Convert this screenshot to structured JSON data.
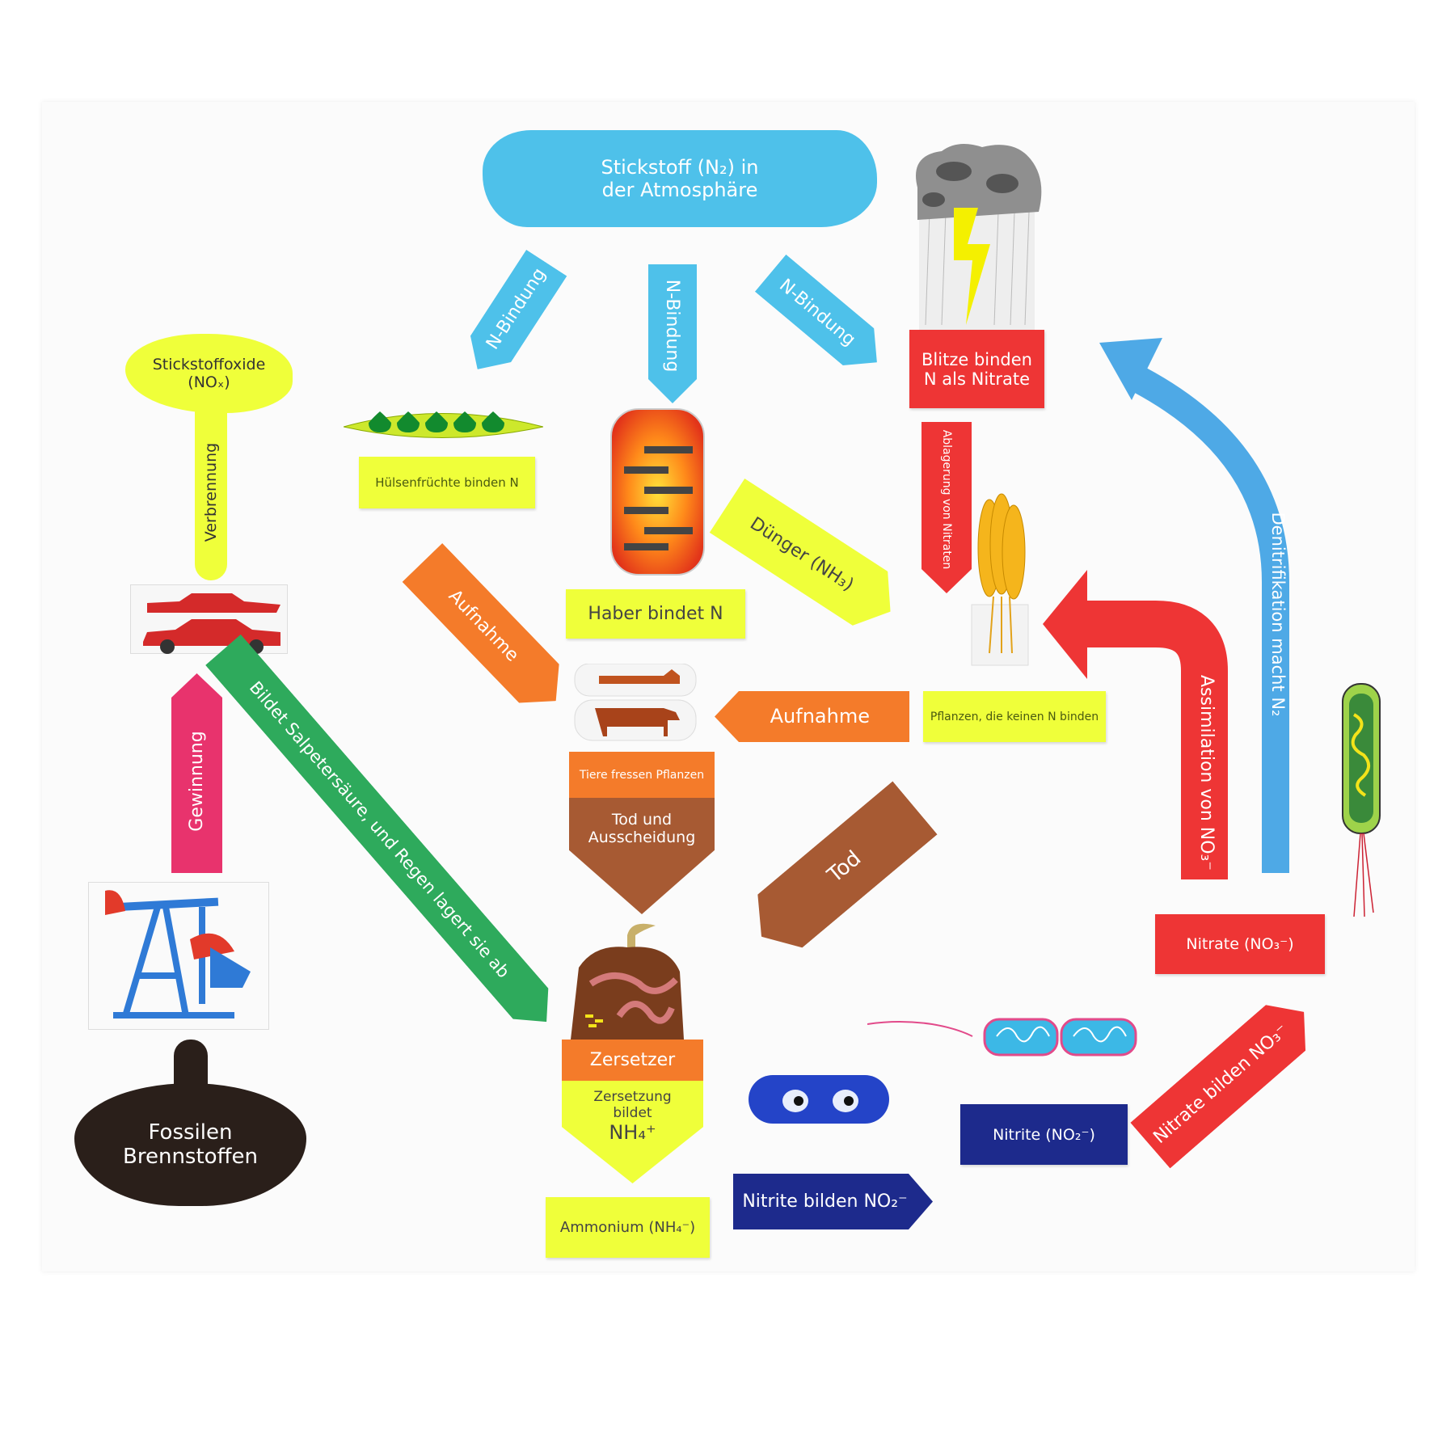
{
  "atmosphere": {
    "line1": "Stickstoff (N₂) in",
    "line2": "der Atmosphäre"
  },
  "lightning": {
    "line1": "Blitze binden",
    "line2": "N als Nitrate"
  },
  "fixation_arrows": [
    "N-Bindung",
    "N-Bindung",
    "N-Bindung"
  ],
  "nox": {
    "line1": "Stickstoffoxide",
    "line2": "(NOₓ)"
  },
  "combustion": "Verbrennung",
  "legumes": "Hülsenfrüchte binden N",
  "haber": "Haber bindet N",
  "fertilizer": "Dünger (NH₃)",
  "nitrate_deposit": "Ablagerung von Nitraten",
  "assimilation": "Assimilation von NO₃⁻",
  "denitrification": "Denitrifikation macht N₂",
  "extraction": "Gewinnung",
  "fossil": {
    "line1": "Fossilen",
    "line2": "Brennstoffen"
  },
  "acid_rain": "Bildet Salpetersäure, und Regen lagert sie ab",
  "uptake_left": "Aufnahme",
  "uptake_right": "Aufnahme",
  "plants_label": "Pflanzen, die keinen N binden",
  "animals_label": "Tiere fressen Pflanzen",
  "death_excretion": {
    "line1": "Tod und",
    "line2": "Ausscheidung"
  },
  "death": "Tod",
  "decomposer": "Zersetzer",
  "decomposition": {
    "line1": "Zersetzung",
    "line2": "bildet",
    "line3": "NH₄⁺"
  },
  "ammonium": "Ammonium (NH₄⁻)",
  "nitrite_forming": "Nitrite bilden NO₂⁻",
  "nitrite": "Nitrite (NO₂⁻)",
  "nitrate_forming": "Nitrate bilden NO₃⁻",
  "nitrate": "Nitrate (NO₃⁻)",
  "colors": {
    "sky": "#4ec1ea",
    "yellow": "#efff3a",
    "red": "#ee3535",
    "orange": "#f47b2a",
    "brown": "#a75a33",
    "green": "#2eaa5c",
    "navy": "#1d2a8c",
    "pink": "#e8336d"
  }
}
